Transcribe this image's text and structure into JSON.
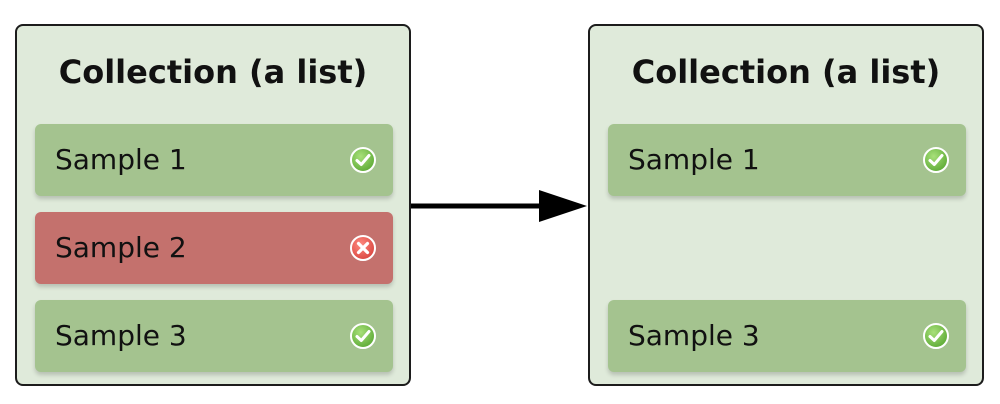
{
  "left_collection": {
    "title": "Collection (a list)",
    "items": [
      {
        "label": "Sample 1",
        "status": "check-icon"
      },
      {
        "label": "Sample 2",
        "status": "error-icon"
      },
      {
        "label": "Sample 3",
        "status": "check-icon"
      }
    ]
  },
  "right_collection": {
    "title": "Collection (a list)",
    "items": [
      {
        "label": "Sample 1",
        "status": "check-icon"
      },
      {
        "label": "Sample 3",
        "status": "check-icon"
      }
    ]
  },
  "colors": {
    "panel_background": "#dfeada",
    "success_item": "#a4c38f",
    "failed_item": "#c4716d",
    "check_badge": "#6fbf45",
    "error_badge": "#e0504a",
    "arrow": "#000000"
  }
}
